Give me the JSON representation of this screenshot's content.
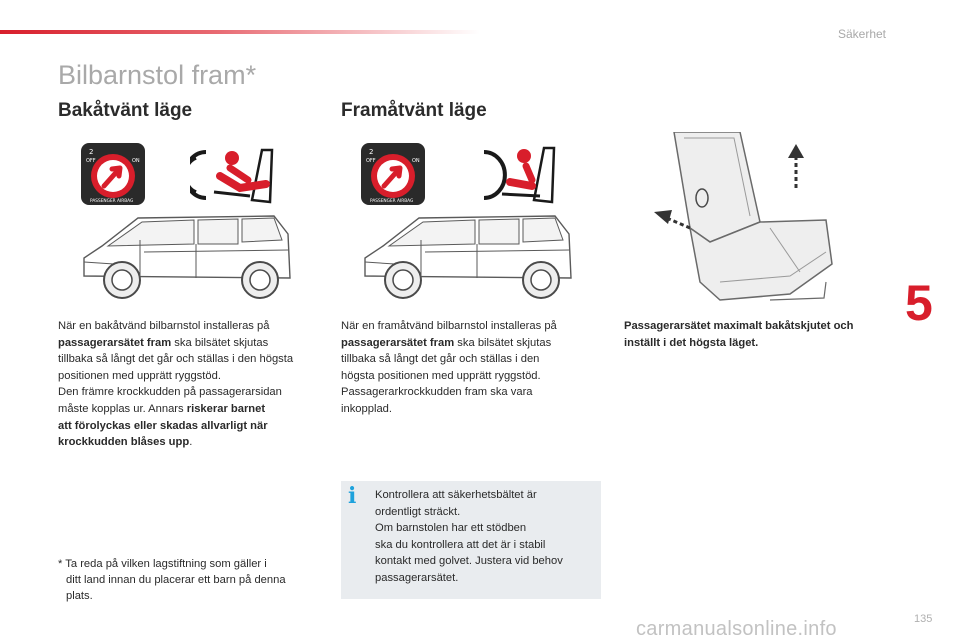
{
  "header": {
    "section": "Säkerhet"
  },
  "page": {
    "title": "Bilbarnstol fram*",
    "chapter": "5",
    "number": "135"
  },
  "left": {
    "heading": "Bakåtvänt läge",
    "badge": {
      "label_off": "OFF",
      "label_on": "ON",
      "caption": "PASSENGER AIRBAG",
      "number": "2"
    },
    "p1": "När en bakåtvänd bilbarnstol installeras på",
    "p2b": "passagerarsätet fram",
    "p2": " ska bilsätet skjutas",
    "p3": "tillbaka så långt det går och ställas i den högsta",
    "p4": "positionen med upprätt ryggstöd.",
    "p5": "Den främre krockkudden på passagerarsidan",
    "p6a": "måste kopplas ur. Annars ",
    "p6b": "riskerar barnet",
    "p7": "att förolyckas eller skadas allvarligt när",
    "p8b": "krockkudden blåses upp",
    "p8": "."
  },
  "center": {
    "heading": "Framåtvänt läge",
    "p1": "När en framåtvänd bilbarnstol installeras på",
    "p2b": "passagerarsätet fram",
    "p2": " ska bilsätet skjutas",
    "p3": "tillbaka så långt det går och ställas i den",
    "p4": "högsta positionen med upprätt ryggstöd.",
    "p5": "Passagerarkrockkudden fram ska vara",
    "p6": "inkopplad."
  },
  "right": {
    "caption1": "Passagerarsätet maximalt bakåtskjutet och",
    "caption2": "inställt i det högsta läget."
  },
  "info": {
    "l1": "Kontrollera att säkerhetsbältet är",
    "l2": "ordentligt sträckt.",
    "l3": "Om barnstolen har ett stödben",
    "l4": "ska du kontrollera att det är i stabil",
    "l5": "kontakt med golvet. Justera vid behov",
    "l6": "passagerarsätet."
  },
  "footnote": {
    "star": "*",
    "l1": "Ta reda på vilken lagstiftning som gäller i",
    "l2": "ditt land innan du placerar ett barn på denna",
    "l3": "plats."
  },
  "watermark": "carmanualsonline.info"
}
